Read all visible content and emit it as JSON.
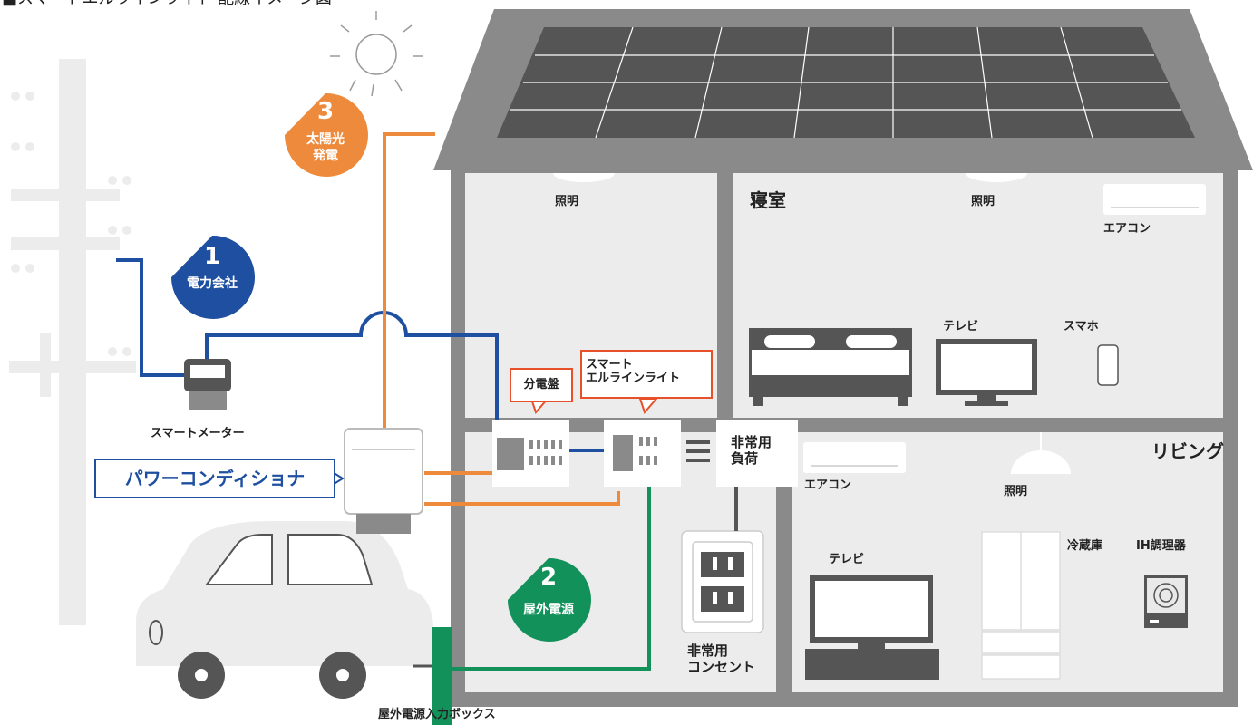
{
  "title": "■スマートエルラインライト 配線イメージ図",
  "badges": [
    {
      "number": "1",
      "label": "電力会社",
      "color": "#1e4fa0"
    },
    {
      "number": "2",
      "label": "屋外電源",
      "color": "#13915a"
    },
    {
      "number": "3",
      "label_line1": "太陽光",
      "label_line2": "発電",
      "color": "#ee8a3b"
    }
  ],
  "labels": {
    "smart_meter": "スマートメーター",
    "power_conditioner": "パワーコンディショナ",
    "distribution_board": "分電盤",
    "smart_elline_line1": "スマート",
    "smart_elline_line2": "エルラインライト",
    "emergency_load_line1": "非常用",
    "emergency_load_line2": "負荷",
    "emergency_outlet_line1": "非常用",
    "emergency_outlet_line2": "コンセント",
    "outdoor_box": "屋外電源入力ボックス",
    "light_upstairs_left": "照明",
    "bedroom": "寝室",
    "light_bedroom": "照明",
    "aircon_bedroom": "エアコン",
    "tv_bedroom": "テレビ",
    "smartphone": "スマホ",
    "living": "リビング",
    "aircon_living": "エアコン",
    "light_living": "照明",
    "fridge": "冷蔵庫",
    "ih_cooker": "IH調理器",
    "tv_living": "テレビ"
  },
  "colors": {
    "grid_line": "#1e4fa0",
    "solar_line": "#ee8a3b",
    "outdoor_line": "#13915a",
    "house": "#8a8a8a",
    "house_inner": "#ececec",
    "callout_border": "#e8502a"
  }
}
